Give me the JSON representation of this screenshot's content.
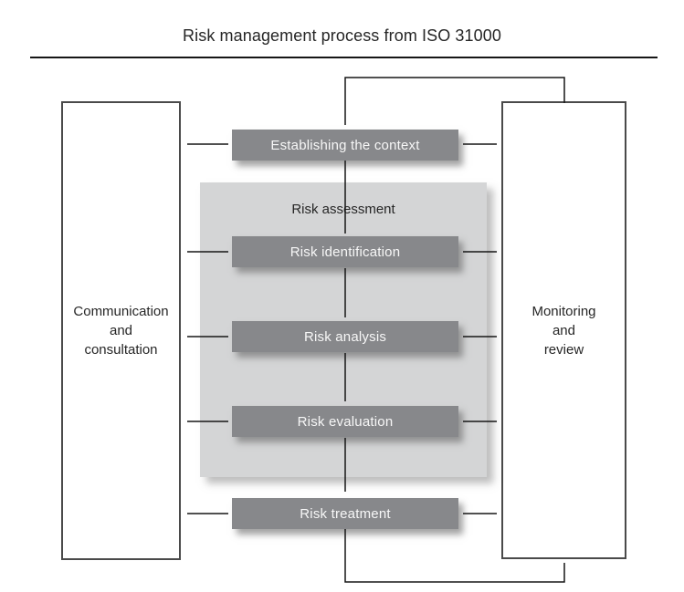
{
  "title": "Risk management process from ISO 31000",
  "left_box": {
    "label": "Communication\nand\nconsultation"
  },
  "right_box": {
    "label": "Monitoring\nand\nreview"
  },
  "assessment_panel": {
    "label": "Risk assessment"
  },
  "process_steps": [
    {
      "label": "Establishing the context"
    },
    {
      "label": "Risk identification"
    },
    {
      "label": "Risk analysis"
    },
    {
      "label": "Risk evaluation"
    },
    {
      "label": "Risk treatment"
    }
  ],
  "theme": {
    "bg": "#ffffff",
    "text-color": "#262626",
    "line-color": "#161616",
    "dark-box-fill": "#87888b",
    "dark-box-text": "#f7f7f7",
    "panel-fill": "#d4d5d6"
  }
}
